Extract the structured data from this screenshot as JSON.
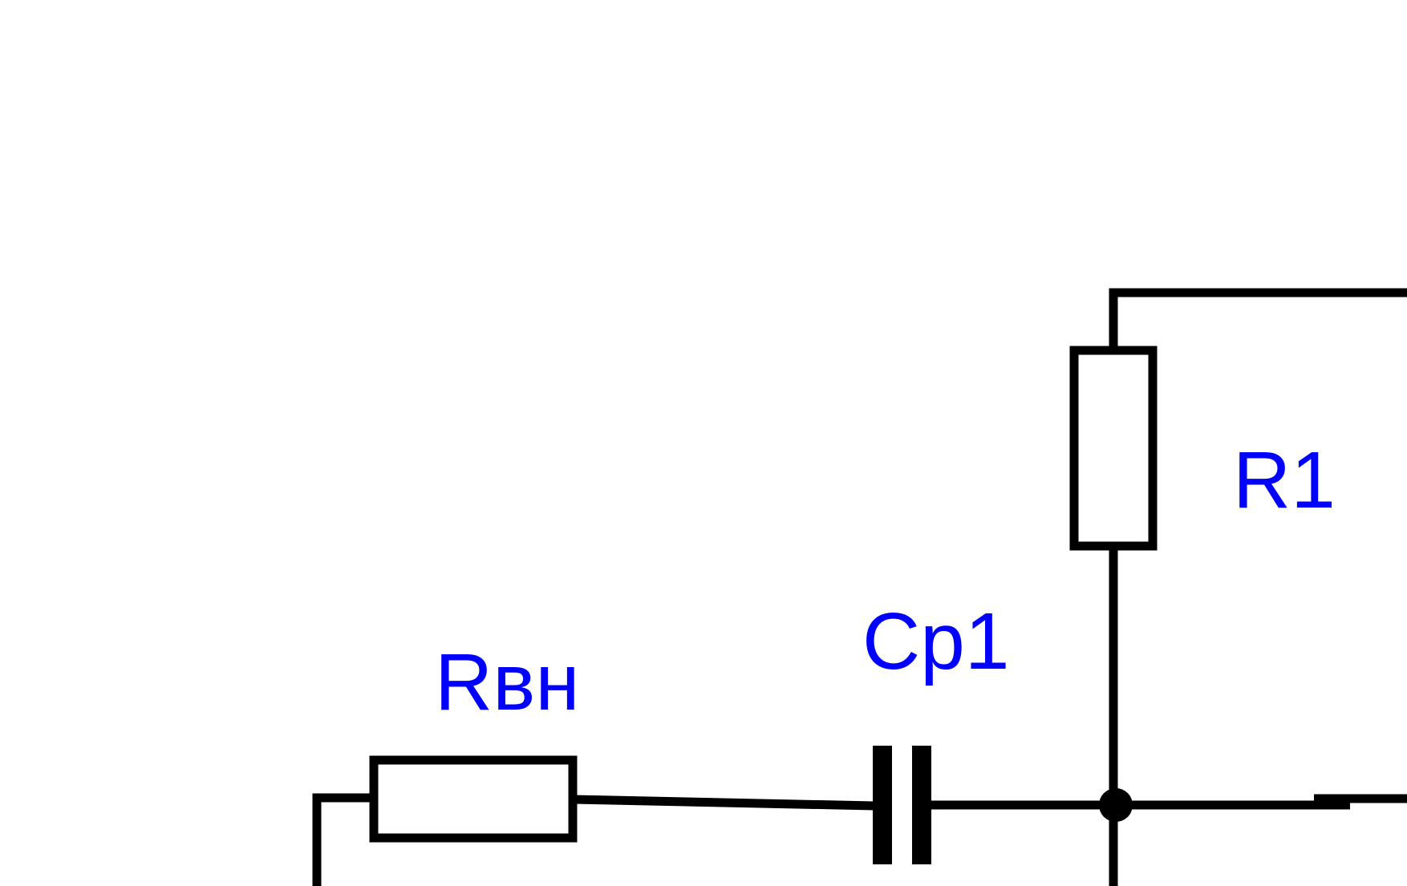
{
  "labels": {
    "r_internal": "Rвн",
    "c_coupling": "Cp1",
    "r1": "R1"
  },
  "colors": {
    "wire": "#000000",
    "label": "#0000ff",
    "background": "#ffffff"
  }
}
